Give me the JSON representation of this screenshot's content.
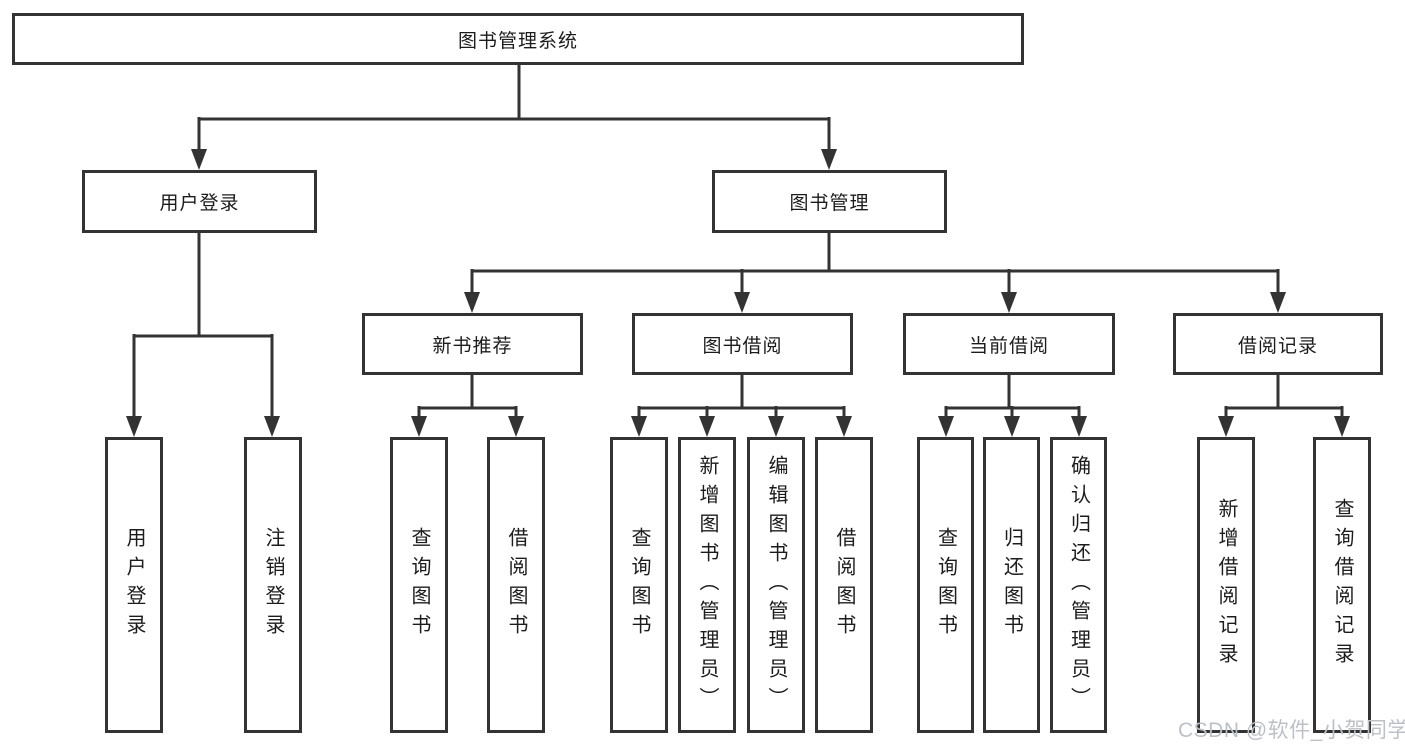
{
  "tree": {
    "label": "图书管理系统",
    "children": [
      {
        "label": "用户登录",
        "children": [
          {
            "label": "用户登录"
          },
          {
            "label": "注销登录"
          }
        ]
      },
      {
        "label": "图书管理",
        "children": [
          {
            "label": "新书推荐",
            "children": [
              {
                "label": "查询图书"
              },
              {
                "label": "借阅图书"
              }
            ]
          },
          {
            "label": "图书借阅",
            "children": [
              {
                "label": "查询图书"
              },
              {
                "label": "新增图书（管理员）"
              },
              {
                "label": "编辑图书（管理员）"
              },
              {
                "label": "借阅图书"
              }
            ]
          },
          {
            "label": "当前借阅",
            "children": [
              {
                "label": "查询图书"
              },
              {
                "label": "归还图书"
              },
              {
                "label": "确认归还（管理员）"
              }
            ]
          },
          {
            "label": "借阅记录",
            "children": [
              {
                "label": "新增借阅记录"
              },
              {
                "label": "查询借阅记录"
              }
            ]
          }
        ]
      }
    ]
  },
  "watermark": {
    "text": "CSDN @软件_小贺同学"
  },
  "colors": {
    "line": "#333333",
    "box_border": "#333333",
    "box_fill": "#ffffff",
    "text": "#1c1c1c",
    "background": "#ffffff",
    "watermark": "#bcc0c7"
  }
}
